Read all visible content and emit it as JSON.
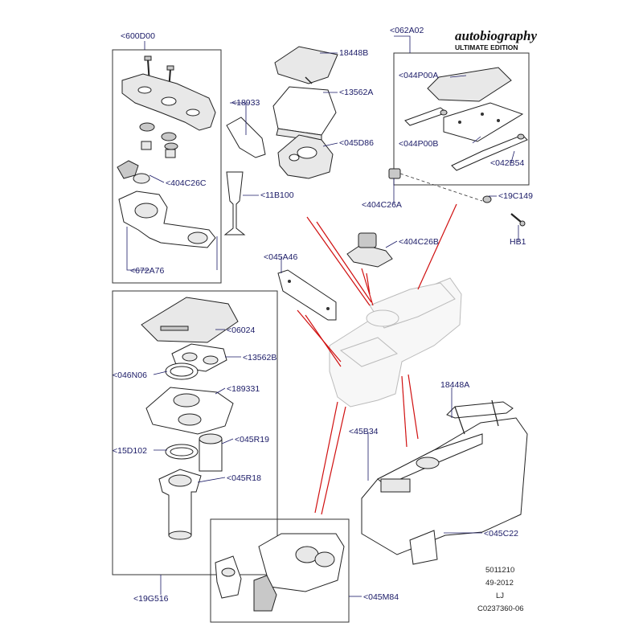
{
  "brand": {
    "script": "autobiography",
    "edition": "ULTIMATE EDITION"
  },
  "labels": {
    "l600D00": "<600D00",
    "l18448B": "18448B",
    "l13562A": "<13562A",
    "l18933": "<18933",
    "l045D86": "<045D86",
    "l404C26C": "<404C26C",
    "l11B100": "<11B100",
    "l672A76": "<672A76",
    "l062A02": "<062A02",
    "l044P00A": "<044P00A",
    "l044P00B": "<044P00B",
    "l042B54": "<042B54",
    "l404C26A": "<404C26A",
    "l19C149": "<19C149",
    "lHB1": "HB1",
    "l404C26B": "<404C26B",
    "l045A46": "<045A46",
    "l06024": "<06024",
    "l13562B": "<13562B",
    "l046N06": "<046N06",
    "l189331": "<189331",
    "l15D102": "<15D102",
    "l045R19": "<045R19",
    "l045R18": "<045R18",
    "l19G516": "<19G516",
    "l45B34": "<45B34",
    "l18448A": "18448A",
    "l045C22": "<045C22",
    "l045M84": "<045M84"
  },
  "footer": {
    "line1": "5011210",
    "line2": "49-2012",
    "line3": "LJ",
    "line4": "C0237360-06"
  }
}
